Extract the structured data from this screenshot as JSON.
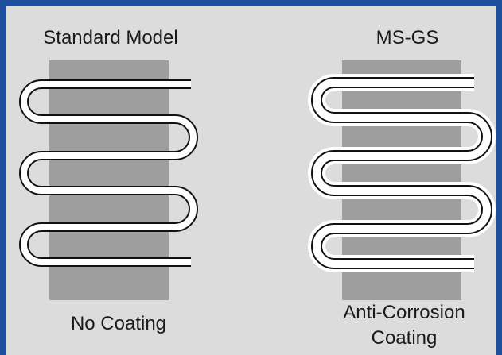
{
  "diagram": {
    "left": {
      "title": "Standard Model",
      "caption": "No Coating"
    },
    "right": {
      "title": "MS-GS",
      "caption_line1": "Anti-Corrosion",
      "caption_line2": "Coating"
    },
    "colors": {
      "border": "#1d4e9c",
      "background": "#dcdcdc",
      "fin_block": "#9e9e9e",
      "tube_stroke": "#111111",
      "coating": "#ffffff"
    }
  }
}
